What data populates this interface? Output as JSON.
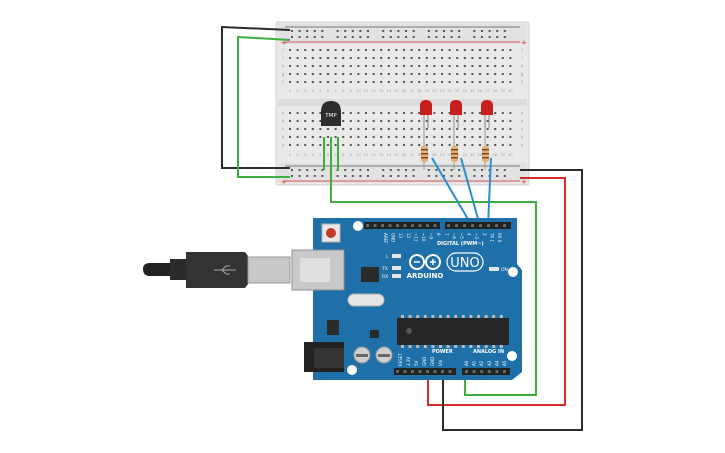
{
  "circuit": {
    "tmp_label": "TMP",
    "board": {
      "name": "ARDUINO",
      "model": "UNO",
      "on_label": "ON",
      "tx_label": "TX",
      "rx_label": "RX",
      "l_label": "L",
      "digital_label": "DIGITAL (PWM~)",
      "power_label": "POWER",
      "analog_label": "ANALOG IN",
      "aref_label": "AREF",
      "gnd_label": "GND",
      "reset_label": "RESET",
      "v33_label": "3.3V",
      "v5_label": "5V",
      "vin_label": "Vin",
      "digital_pins": [
        "13",
        "12",
        "~11",
        "~10",
        "~9",
        "8",
        "7",
        "~6",
        "~5",
        "4",
        "~3",
        "2",
        "TX 1",
        "RX 0"
      ],
      "analog_pins": [
        "A0",
        "A1",
        "A2",
        "A3",
        "A4",
        "A5"
      ]
    },
    "breadboard": {
      "row_letters_top": [
        "j",
        "i",
        "h",
        "g",
        "f"
      ],
      "row_letters_bottom": [
        "e",
        "d",
        "c",
        "b",
        "a"
      ],
      "columns": 30,
      "plus_label": "+",
      "minus_label": "−"
    },
    "colors": {
      "wire_black": "#2b2b2b",
      "wire_green": "#3dae3d",
      "wire_red": "#d42a2a",
      "wire_blue": "#2a8fd0",
      "board_blue": "#1f6fa8",
      "led_red": "#c81e1e",
      "breadboard": "#ececec"
    }
  }
}
